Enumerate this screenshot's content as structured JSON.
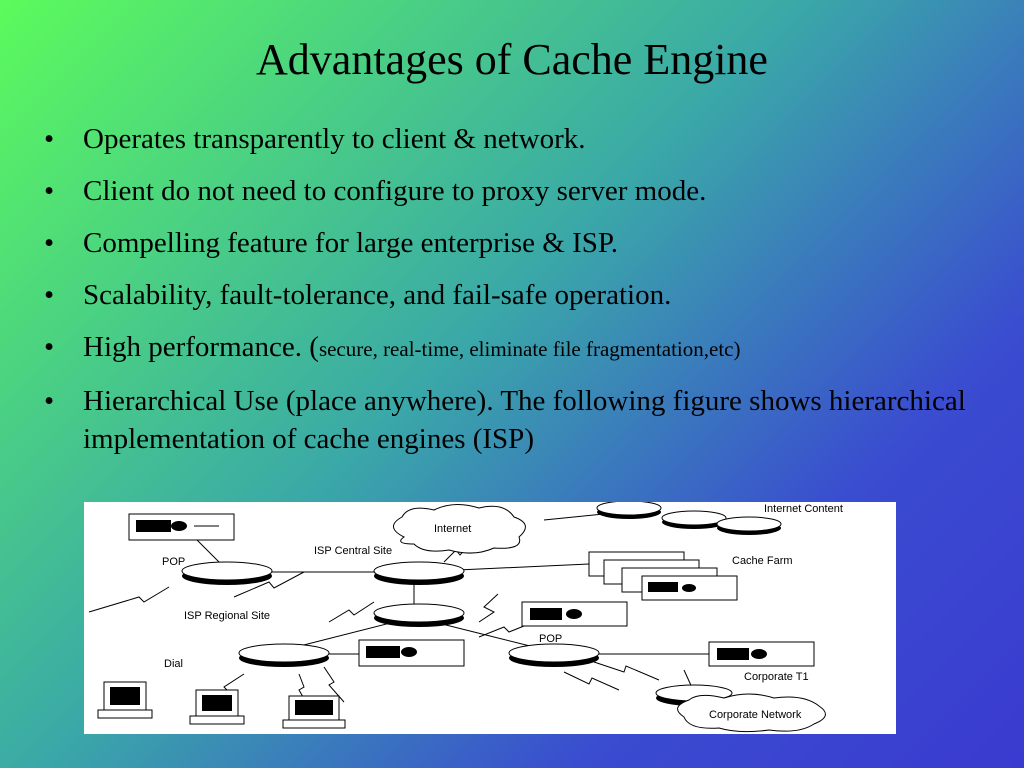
{
  "title": "Advantages of Cache Engine",
  "bullet_glyph": "•",
  "bullets": [
    {
      "text": "Operates transparently to client & network."
    },
    {
      "text": "Client do not need to configure to proxy server mode."
    },
    {
      "text": "Compelling feature for large enterprise & ISP."
    },
    {
      "text": "Scalability, fault-tolerance, and fail-safe operation."
    },
    {
      "text": "High performance. (",
      "small": "secure, real-time, eliminate file fragmentation,etc)"
    },
    {
      "text": "Hierarchical Use (place anywhere). The following figure shows hierarchical implementation of cache engines (ISP)"
    }
  ],
  "figure": {
    "labels": {
      "internet": "Internet",
      "internet_content": "Internet Content",
      "isp_central": "ISP Central Site",
      "pop_left": "POP",
      "cache_farm": "Cache Farm",
      "isp_regional": "ISP Regional Site",
      "pop_right": "POP",
      "dial": "Dial",
      "corporate_t1": "Corporate T1",
      "corporate_network": "Corporate Network"
    }
  }
}
